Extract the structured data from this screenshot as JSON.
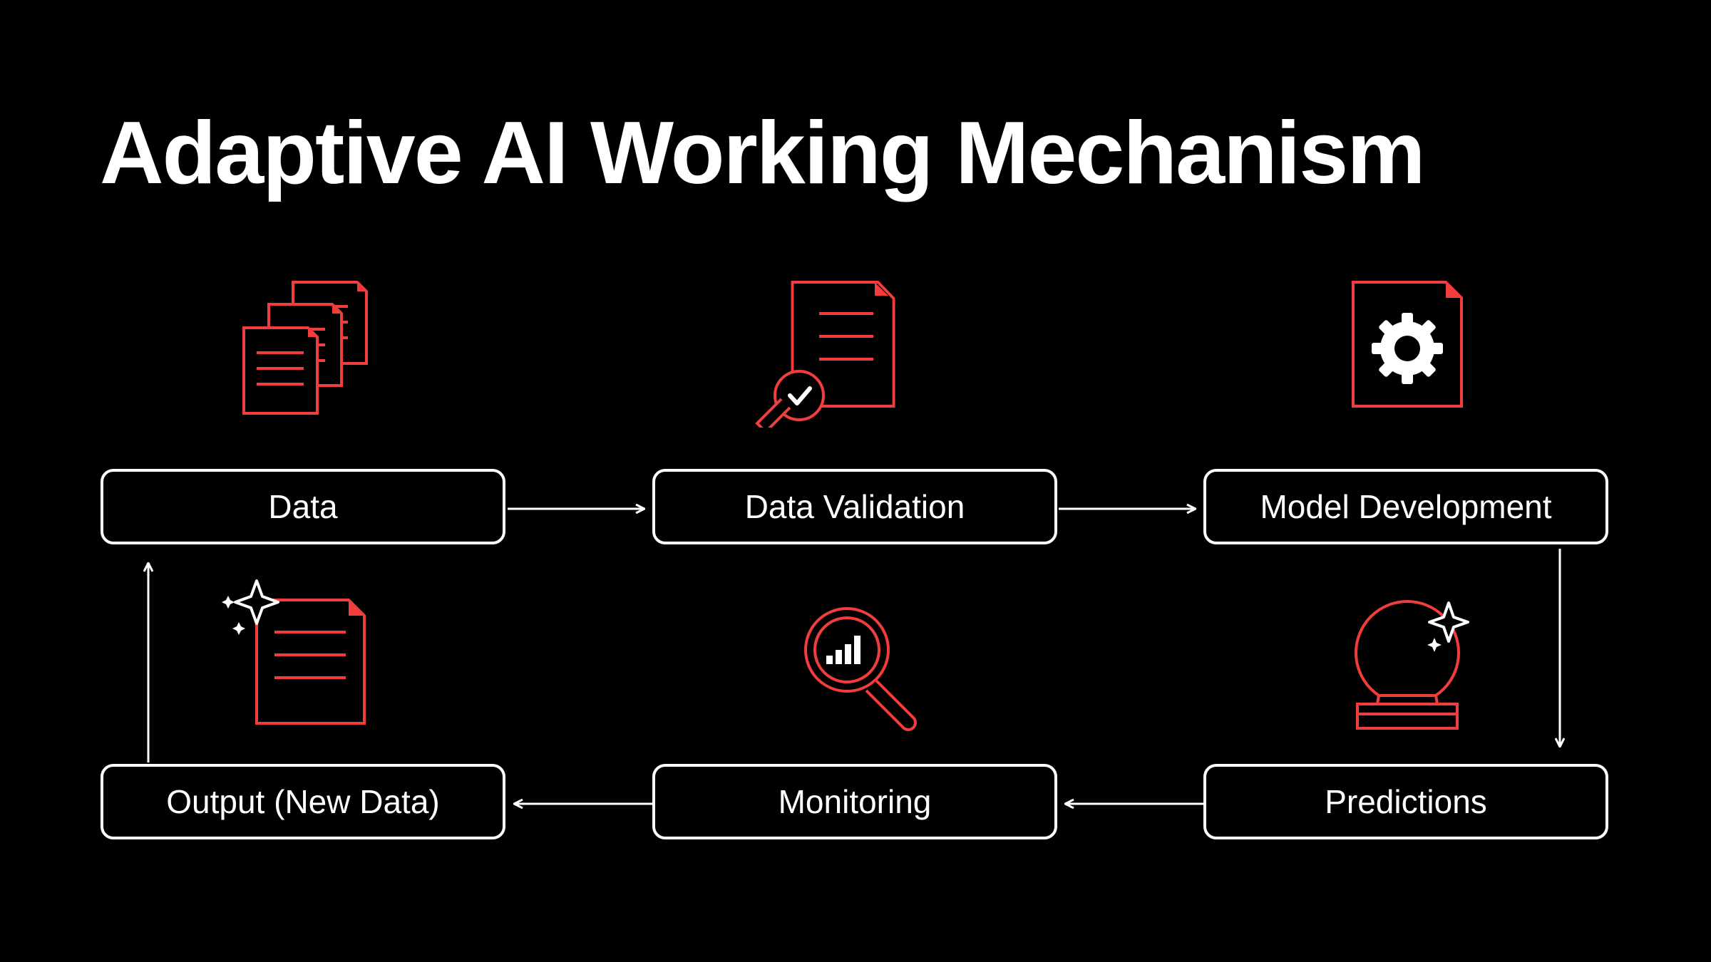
{
  "title": "Adaptive AI Working Mechanism",
  "colors": {
    "background": "#000000",
    "foreground": "#ffffff",
    "accent": "#f23d3d"
  },
  "nodes": [
    {
      "label": "Data",
      "icon": "document-stack-icon"
    },
    {
      "label": "Data Validation",
      "icon": "document-check-magnifier-icon"
    },
    {
      "label": "Model Development",
      "icon": "document-gear-icon"
    },
    {
      "label": "Predictions",
      "icon": "crystal-ball-icon"
    },
    {
      "label": "Monitoring",
      "icon": "magnifier-bar-chart-icon"
    },
    {
      "label": "Output (New Data)",
      "icon": "document-sparkle-icon"
    }
  ]
}
